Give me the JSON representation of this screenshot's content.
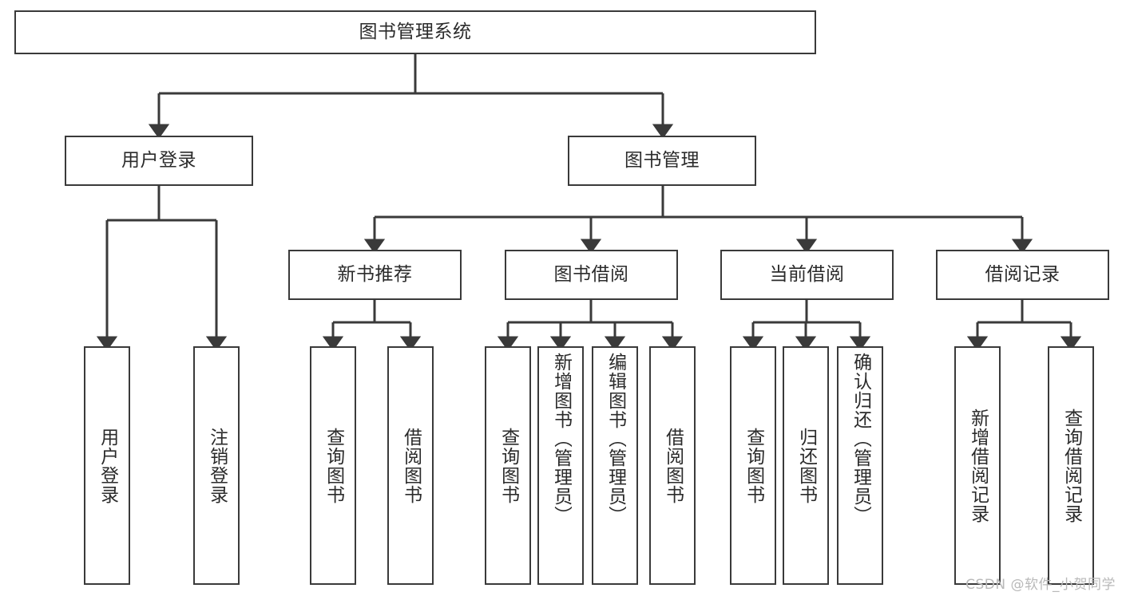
{
  "diagram": {
    "title": "图书管理系统",
    "root": {
      "label": "图书管理系统"
    },
    "level2": [
      {
        "label": "用户登录"
      },
      {
        "label": "图书管理"
      }
    ],
    "level3": [
      {
        "label": "新书推荐"
      },
      {
        "label": "图书借阅"
      },
      {
        "label": "当前借阅"
      },
      {
        "label": "借阅记录"
      }
    ],
    "leaves": {
      "user_login": [
        {
          "label": "用户登录"
        },
        {
          "label": "注销登录"
        }
      ],
      "new_book_recommend": [
        {
          "label": "查询图书"
        },
        {
          "label": "借阅图书"
        }
      ],
      "book_borrow": [
        {
          "label": "查询图书"
        },
        {
          "label": "新增图书（管理员）"
        },
        {
          "label": "编辑图书（管理员）"
        },
        {
          "label": "借阅图书"
        }
      ],
      "current_borrow": [
        {
          "label": "查询图书"
        },
        {
          "label": "归还图书"
        },
        {
          "label": "确认归还（管理员）"
        }
      ],
      "borrow_record": [
        {
          "label": "新增借阅记录"
        },
        {
          "label": "查询借阅记录"
        }
      ]
    },
    "watermark": "CSDN @软件_小贺同学",
    "colors": {
      "stroke": "#3a3a3a",
      "text": "#2b2b2b",
      "background": "#ffffff",
      "watermark": "#b9b9b9"
    }
  }
}
